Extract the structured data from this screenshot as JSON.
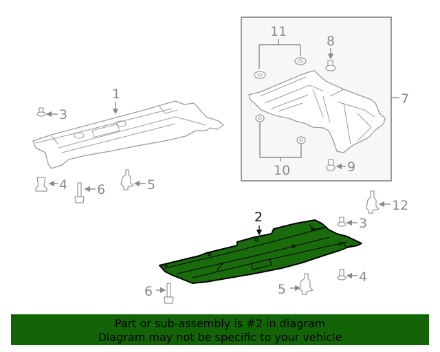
{
  "diagram": {
    "callouts": {
      "c1": "1",
      "c2": "2",
      "c3a": "3",
      "c3b": "3",
      "c4a": "4",
      "c4b": "4",
      "c5a": "5",
      "c5b": "5",
      "c6a": "6",
      "c6b": "6",
      "c7": "7",
      "c8": "8",
      "c9": "9",
      "c10": "10",
      "c11": "11",
      "c12": "12"
    },
    "highlight_color": "#1a6b0c",
    "inset_box": {
      "fill": "#f7f7f7",
      "border": "#999999"
    }
  },
  "banner": {
    "line1": "Part or sub-assembly is #2 in diagram",
    "line2": "Diagram may not be specific to your vehicle",
    "background": "#136307"
  }
}
